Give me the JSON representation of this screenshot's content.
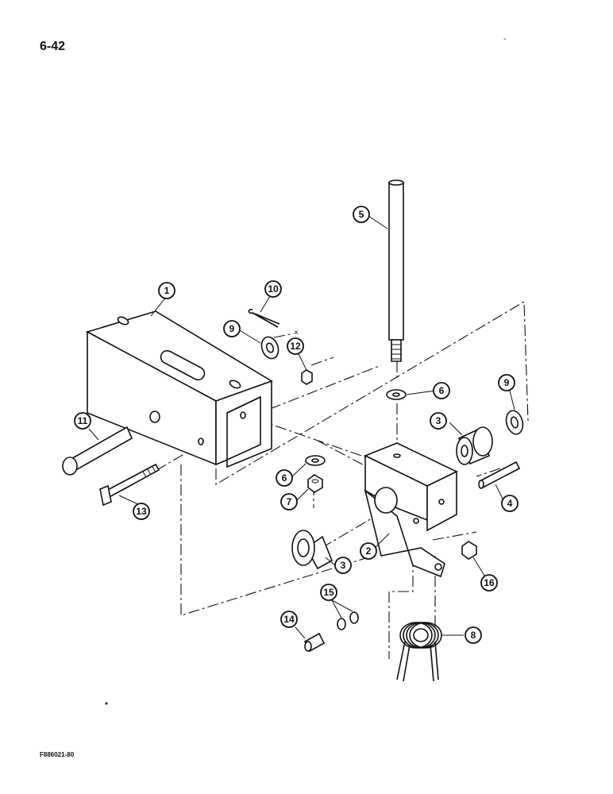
{
  "page_number": "6-42",
  "figure_code": "F886021-80",
  "corner_mark": "-",
  "callouts": [
    {
      "id": "c1",
      "label": "1"
    },
    {
      "id": "c2",
      "label": "2"
    },
    {
      "id": "c3a",
      "label": "3"
    },
    {
      "id": "c3b",
      "label": "3"
    },
    {
      "id": "c4",
      "label": "4"
    },
    {
      "id": "c5",
      "label": "5"
    },
    {
      "id": "c6a",
      "label": "6"
    },
    {
      "id": "c6b",
      "label": "6"
    },
    {
      "id": "c7",
      "label": "7"
    },
    {
      "id": "c8",
      "label": "8"
    },
    {
      "id": "c9a",
      "label": "9"
    },
    {
      "id": "c9b",
      "label": "9"
    },
    {
      "id": "c10",
      "label": "10"
    },
    {
      "id": "c11",
      "label": "11"
    },
    {
      "id": "c12",
      "label": "12"
    },
    {
      "id": "c13",
      "label": "13"
    },
    {
      "id": "c14",
      "label": "14"
    },
    {
      "id": "c15",
      "label": "15"
    },
    {
      "id": "c16",
      "label": "16"
    }
  ]
}
